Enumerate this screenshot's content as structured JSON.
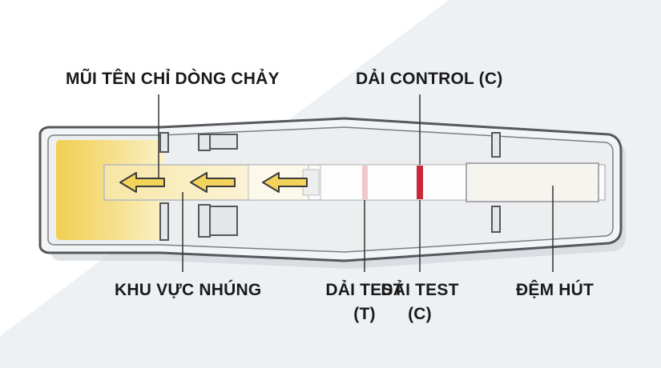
{
  "labels": {
    "flow_arrow": "MŨI TÊN CHỈ DÒNG CHẢY",
    "control_line_top": "DẢI CONTROL (C)",
    "dip_area": "KHU VỰC NHÚNG",
    "test_line_name": "DẢI TEST",
    "test_line_code": "(T)",
    "control_line_name": "DẢI TEST",
    "control_line_code": "(C)",
    "absorbent_pad": "ĐỆM HÚT"
  },
  "colors": {
    "background_light": "#eef1f4",
    "casing_outline": "#55585c",
    "casing_fill": "#f3f4f5",
    "sample_yellow": "#f3d45e",
    "arrow_fill": "#f4d35a",
    "arrow_stroke": "#3a3a3a",
    "control_line": "#c8283a",
    "test_line": "#f0c8c8",
    "leader_line": "#333333"
  },
  "icons": {
    "flow": "arrow-left-icon"
  }
}
